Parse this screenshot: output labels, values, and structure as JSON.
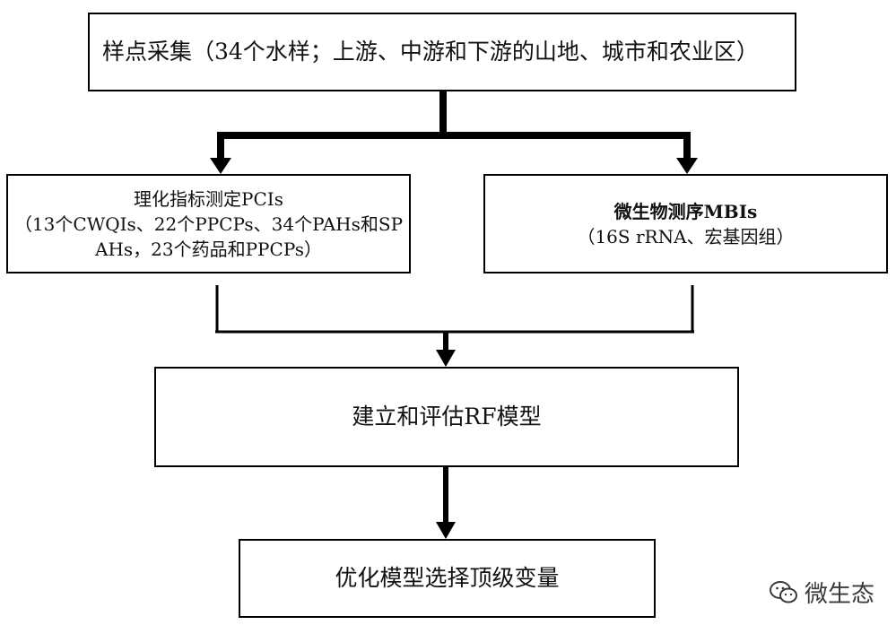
{
  "steps": {
    "collect": {
      "text": "样点采集（34个水样；上游、中游和下游的山地、城市和农业区）"
    },
    "pci": {
      "title": "理化指标测定PCIs",
      "line1": "（13个CWQIs、22个PPCPs、34个PAHs和SP",
      "line2": "AHs，23个药品和PPCPs）"
    },
    "mbi": {
      "title": "微生物测序MBIs",
      "line1": "（16S rRNA、宏基因组）"
    },
    "rf": {
      "text": "建立和评估RF模型"
    },
    "optimize": {
      "text": "优化模型选择顶级变量"
    }
  },
  "watermark": {
    "text": "微生态",
    "icon": "wechat-icon"
  }
}
